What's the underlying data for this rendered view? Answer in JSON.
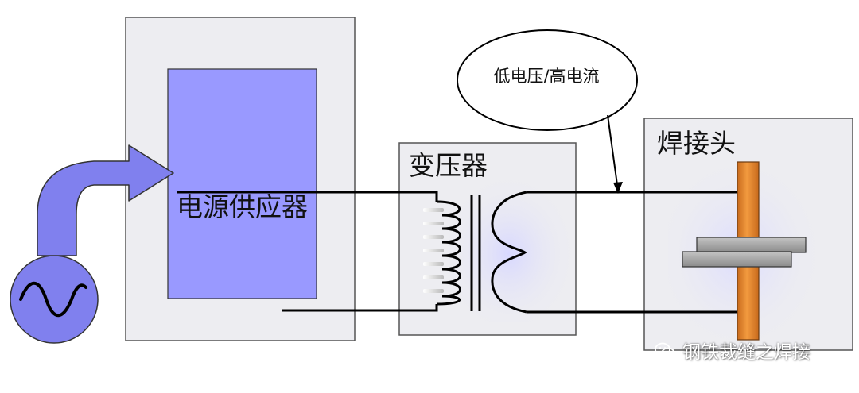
{
  "diagram": {
    "power_supply_label": "电源供应器",
    "transformer_label": "变压器",
    "weld_head_label": "焊接头",
    "callout_text": "低电压/高电流",
    "watermark_text": "钢铁裁缝之焊接"
  },
  "icons": {
    "ac_source": "sine-wave-icon",
    "flow_arrow": "curved-arrow-icon",
    "watermark_logo": "wechat-icon"
  },
  "colors": {
    "panel_fill": "#ededf1",
    "panel_stroke": "#555555",
    "supply_fill": "#9999ff",
    "arrow_fill": "#8080ee",
    "electrode": "#ee9133",
    "workpiece": "#a0a0a0",
    "wire": "#000000"
  }
}
